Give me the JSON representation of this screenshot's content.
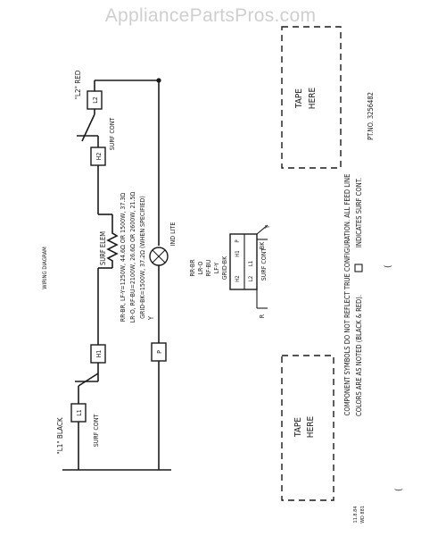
{
  "watermark": "AppliancePartsPros.com",
  "title": "WIRING DIAGRAM",
  "labels": {
    "l1": "\"L1\" BLACK",
    "l2": "\"L2\" RED",
    "surf_cont": "SURF CONT",
    "box_l1": "L1",
    "box_l2": "L2",
    "box_h1": "H1",
    "box_h2": "H2",
    "box_p": "P",
    "surf_elem": "SURF ELEM",
    "ind_lite": "IND LITE",
    "wire_y": "Y",
    "elem_ratings": [
      "RR-BR, LF-Y=1250W, 44.6Ω OR 1500W, 37.3Ω",
      "LR-O, RF-BU=2100W, 26.6Ω OR 2600W, 21.5Ω",
      "GRID-BK=1500W, 37.2Ω (WHEN SPECIFIED)"
    ],
    "color_codes": [
      "RR-BR",
      "LR-O",
      "RF-BU",
      "LF-Y",
      "GRID-BK"
    ],
    "detail_h2": "H2",
    "detail_h1": "H1",
    "detail_p": "P",
    "detail_l2": "L2",
    "detail_l1": "L1",
    "detail_y": "Y",
    "detail_r": "R",
    "detail_bk": "BK",
    "detail_surf_cont": "SURF CONT",
    "tape_1": [
      "TAPE",
      "HERE"
    ],
    "tape_2": [
      "TAPE",
      "HERE"
    ],
    "notes": [
      "COMPONENT SYMBOLS DO NOT REFLECT TRUE CONFIGURATION.  ALL FEED LINE",
      "COLORS ARE AS NOTED (BLACK & RED).",
      "INDICATES  SURF CONT."
    ],
    "part_no": "PT.NO. 3256482",
    "date": "11.8.84",
    "doc_code": "WD 881"
  }
}
